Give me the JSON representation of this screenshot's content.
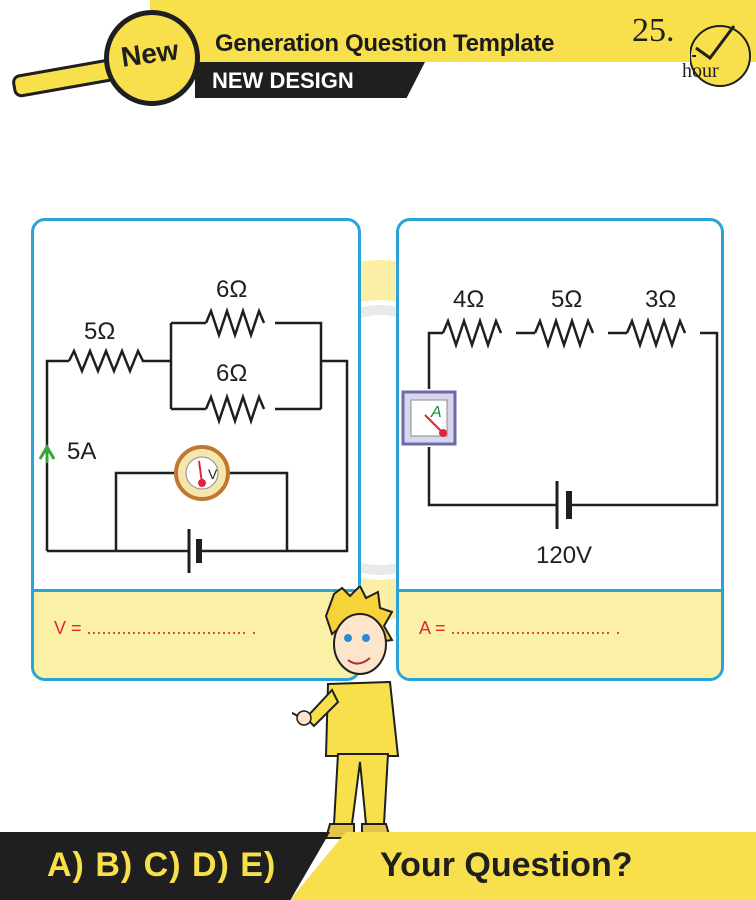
{
  "header": {
    "badge": "New",
    "title": "Generation Question Template",
    "subtitle": "NEW DESIGN",
    "clock_number": "25.",
    "clock_unit": "hour"
  },
  "left_circuit": {
    "r_series": "5Ω",
    "r_parallel_top": "6Ω",
    "r_parallel_bottom": "6Ω",
    "current": "5A",
    "meter": "V",
    "answer": "V = ................................ ."
  },
  "right_circuit": {
    "r1": "4Ω",
    "r2": "5Ω",
    "r3": "3Ω",
    "meter": "A",
    "battery": "120V",
    "answer": "A = ................................ ."
  },
  "footer": {
    "choices": "A) B) C) D) E)",
    "question": "Your Question?"
  },
  "colors": {
    "accent_yellow": "#f7e04b",
    "panel_border": "#2aa3d8",
    "answer_red": "#e2243a",
    "dark": "#1f1f1f"
  }
}
